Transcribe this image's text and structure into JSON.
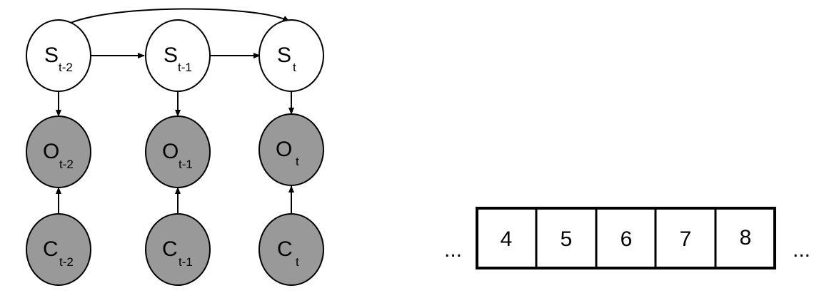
{
  "graph": {
    "nodes": [
      {
        "id": "s_t2",
        "letter": "S",
        "sub": "t-2",
        "kind": "hidden"
      },
      {
        "id": "s_t1",
        "letter": "S",
        "sub": "t-1",
        "kind": "hidden"
      },
      {
        "id": "s_t",
        "letter": "S",
        "sub": "t",
        "kind": "hidden"
      },
      {
        "id": "o_t2",
        "letter": "O",
        "sub": "t-2",
        "kind": "observed"
      },
      {
        "id": "o_t1",
        "letter": "O",
        "sub": "t-1",
        "kind": "observed"
      },
      {
        "id": "o_t",
        "letter": "O",
        "sub": "t",
        "kind": "observed"
      },
      {
        "id": "c_t2",
        "letter": "C",
        "sub": "t-2",
        "kind": "observed"
      },
      {
        "id": "c_t1",
        "letter": "C",
        "sub": "t-1",
        "kind": "observed"
      },
      {
        "id": "c_t",
        "letter": "C",
        "sub": "t",
        "kind": "observed"
      }
    ],
    "edges": [
      {
        "from": "s_t2",
        "to": "s_t1"
      },
      {
        "from": "s_t1",
        "to": "s_t"
      },
      {
        "from": "s_t2",
        "to": "s_t",
        "curved": true
      },
      {
        "from": "s_t2",
        "to": "o_t2"
      },
      {
        "from": "s_t1",
        "to": "o_t1"
      },
      {
        "from": "s_t",
        "to": "o_t"
      },
      {
        "from": "c_t2",
        "to": "o_t2"
      },
      {
        "from": "c_t1",
        "to": "o_t1"
      },
      {
        "from": "c_t",
        "to": "o_t"
      }
    ],
    "colors": {
      "hidden_fill": "#ffffff",
      "observed_fill": "#999999",
      "stroke": "#000000"
    }
  },
  "sequence": {
    "leading": "...",
    "cells": [
      "4",
      "5",
      "6",
      "7",
      "8"
    ],
    "trailing": "..."
  }
}
